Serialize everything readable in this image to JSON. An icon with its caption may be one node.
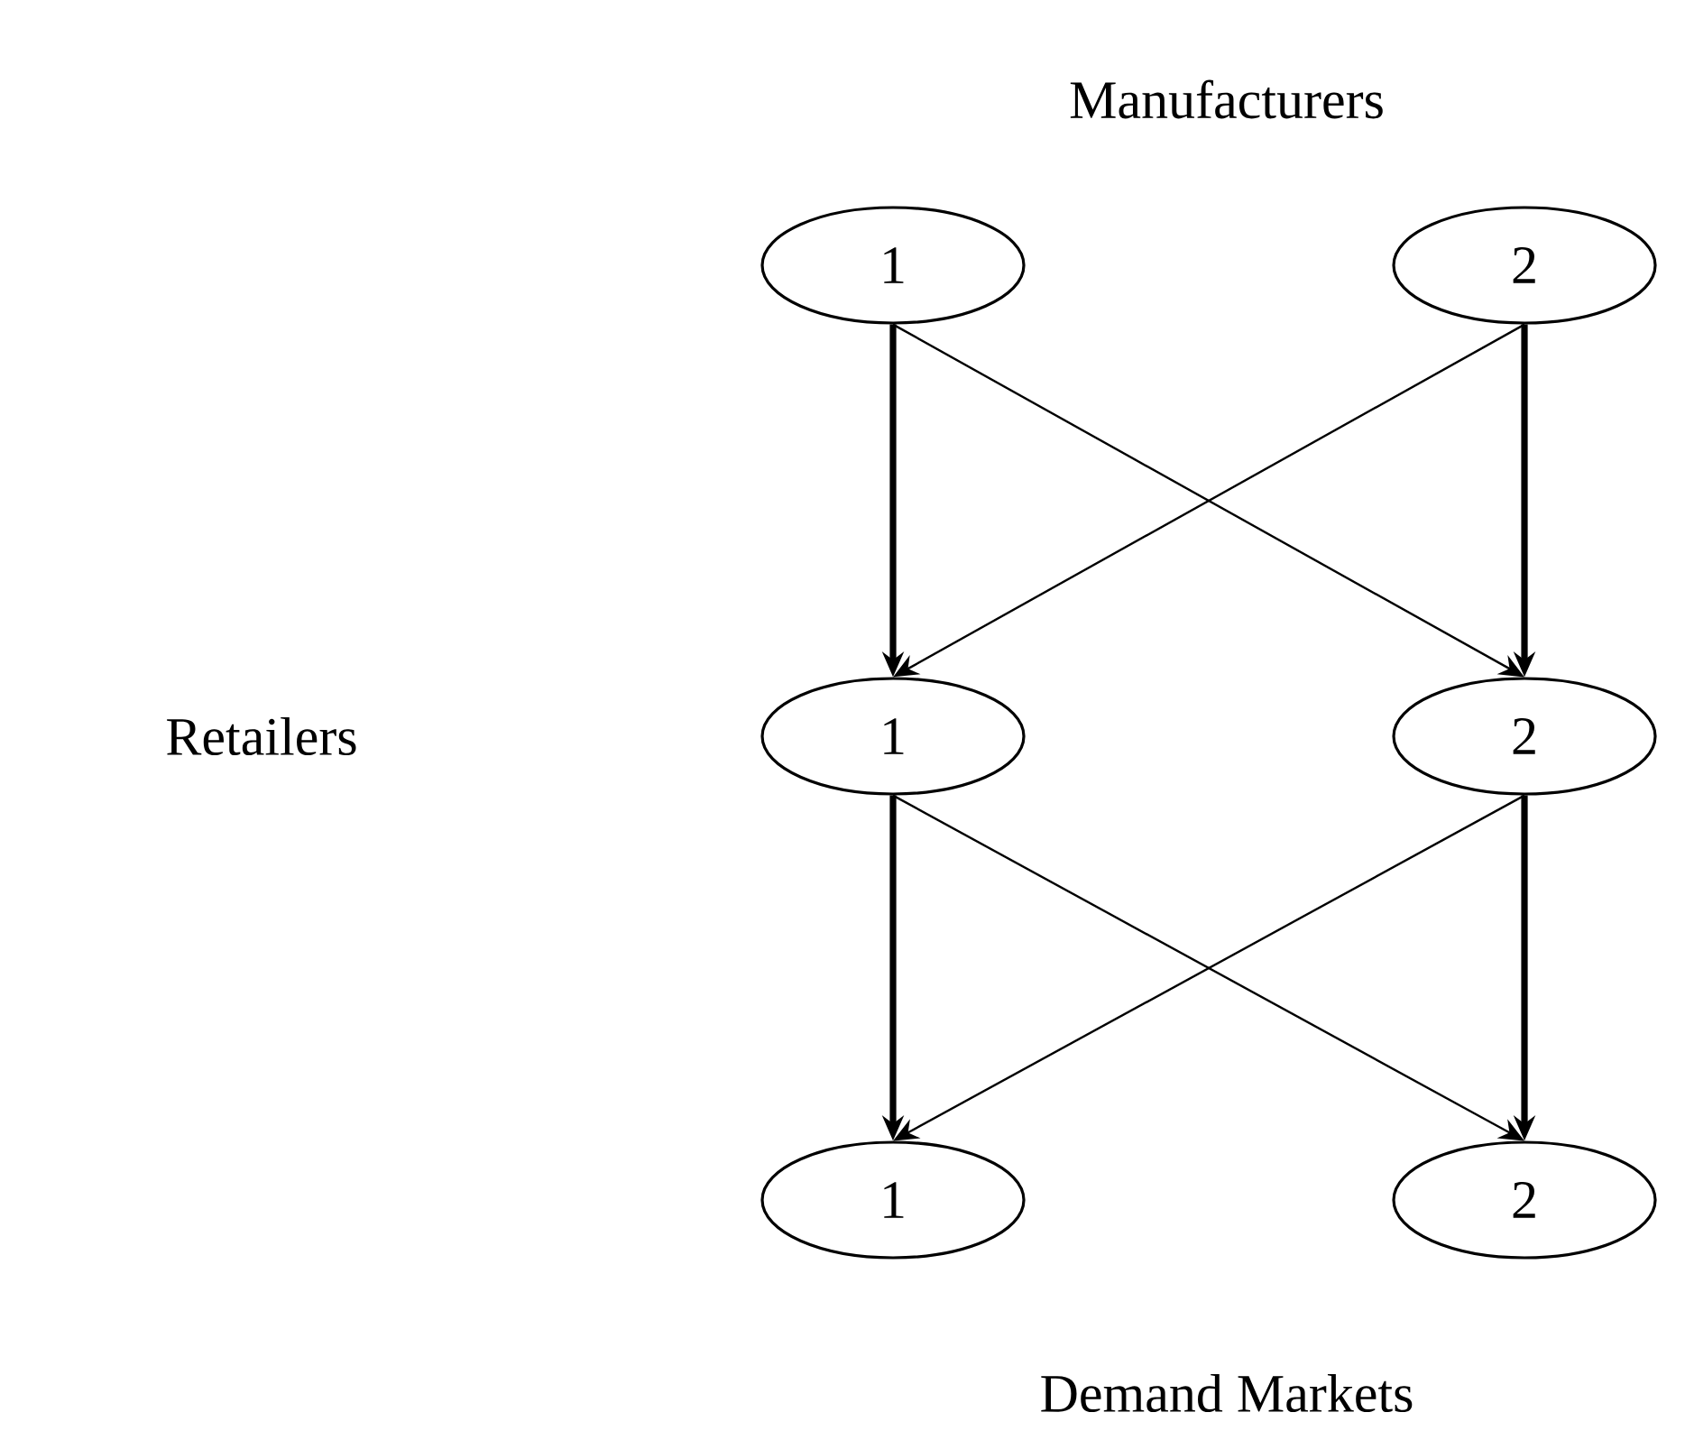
{
  "diagram": {
    "nodes": [
      {
        "text": [
          "1"
        ]
      },
      {
        "text": [
          "2"
        ]
      },
      {
        "text": [
          "1"
        ]
      },
      {
        "text": [
          "2"
        ]
      },
      {
        "text": [
          "1"
        ]
      },
      {
        "text": [
          "2"
        ]
      }
    ],
    "edges": [
      {
        "from": 0,
        "to": 2,
        "arrow": "to",
        "style": "thick"
      },
      {
        "from": 0,
        "to": 3,
        "arrow": "to"
      },
      {
        "from": 1,
        "to": 2,
        "arrow": "to"
      },
      {
        "from": 1,
        "to": 3,
        "arrow": "to",
        "style": "thick"
      },
      {
        "from": 2,
        "to": 4,
        "arrow": "to",
        "style": "thick"
      },
      {
        "from": 2,
        "to": 5,
        "arrow": "to"
      },
      {
        "from": 3,
        "to": 4,
        "arrow": "to"
      },
      {
        "from": 3,
        "to": 5,
        "arrow": "to",
        "style": "thick"
      }
    ],
    "labels": [
      "Manufacturers",
      "Retailers",
      "Demand Markets"
    ]
  }
}
